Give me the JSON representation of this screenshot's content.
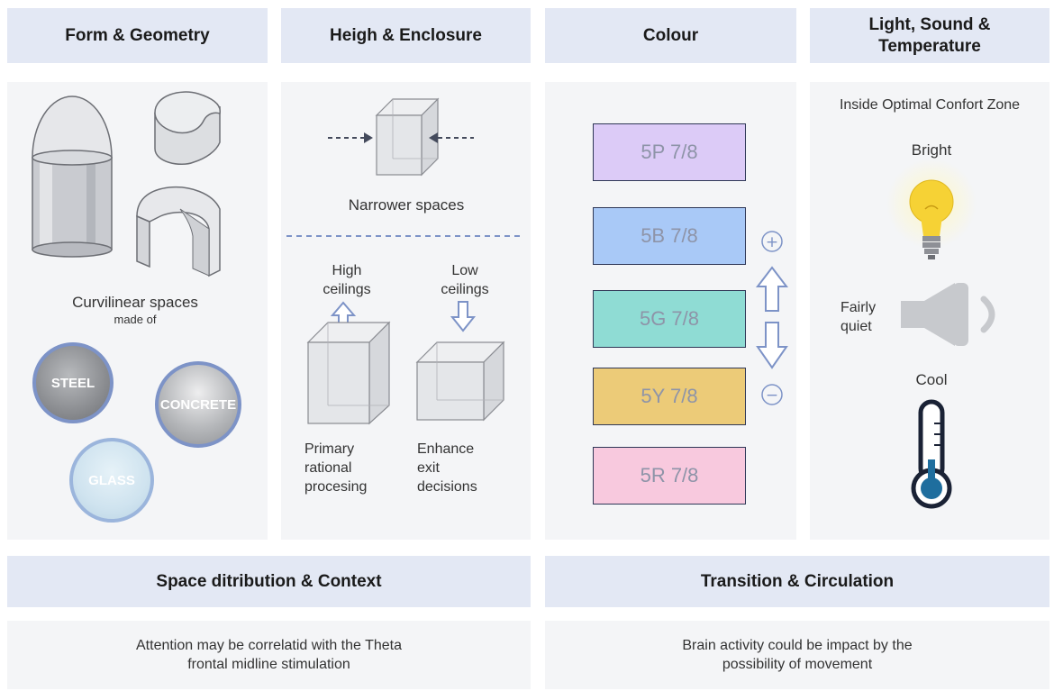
{
  "headers": {
    "form": "Form & Geometry",
    "height": "Heigh & Enclosure",
    "colour": "Colour",
    "lst": "Light, Sound & Temperature",
    "space": "Space ditribution & Context",
    "transition": "Transition & Circulation"
  },
  "form_panel": {
    "curvilinear": "Curvilinear spaces",
    "made_of": "made of",
    "materials": [
      "STEEL",
      "CONCRETE",
      "GLASS"
    ]
  },
  "height_panel": {
    "narrower": "Narrower spaces",
    "high_ceilings": "High ceilings",
    "low_ceilings": "Low ceilings",
    "primary": "Primary rational procesing",
    "enhance": "Enhance exit decisions"
  },
  "colour_panel": {
    "swatches": [
      {
        "label": "5P 7/8",
        "color": "#dccbf7"
      },
      {
        "label": "5B 7/8",
        "color": "#a9c9f7"
      },
      {
        "label": "5G 7/8",
        "color": "#8fdcd4"
      },
      {
        "label": "5Y 7/8",
        "color": "#eccb78"
      },
      {
        "label": "5R 7/8",
        "color": "#f8c9de"
      }
    ],
    "plus_symbol": "+",
    "minus_symbol": "−"
  },
  "lst_panel": {
    "zone": "Inside Optimal Confort Zone",
    "bright": "Bright",
    "quiet": "Fairly quiet",
    "cool": "Cool"
  },
  "bottom": {
    "space_text": "Attention may be correlatid with the Theta frontal midline stimulation",
    "transition_text": "Brain activity could be impact by the possibility of movement"
  },
  "colors": {
    "header_bg": "#e3e8f4",
    "panel_bg": "#f4f5f7",
    "accent_outline": "#7d93c7",
    "thermo_blue": "#1f6e9e"
  },
  "icons": [
    "lightbulb-icon",
    "speaker-icon",
    "thermometer-icon",
    "arrow-up-icon",
    "arrow-down-icon",
    "plus-circle-icon",
    "minus-circle-icon"
  ]
}
